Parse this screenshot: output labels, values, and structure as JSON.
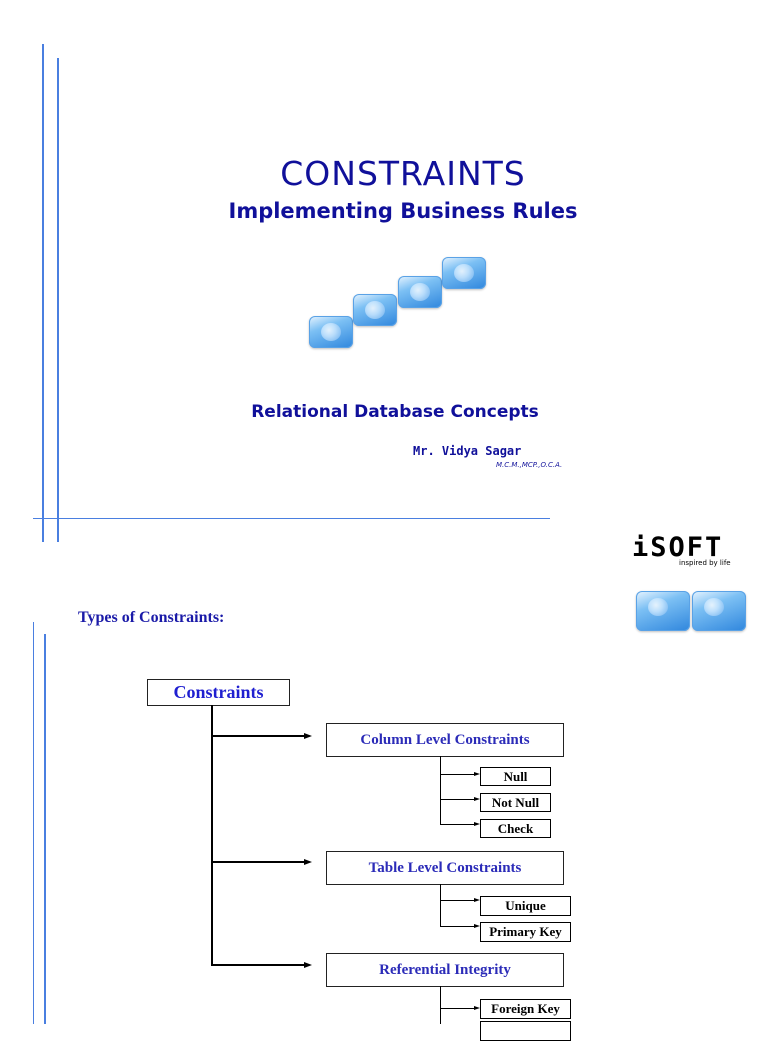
{
  "slide1": {
    "title": "CONSTRAINTS",
    "subtitle": "Implementing Business Rules",
    "course": "Relational Database Concepts",
    "author": "Mr. Vidya Sagar",
    "qualifications": "M.C.M.,MCP.,O.C.A.",
    "logo": {
      "name": "iSOFT",
      "tagline": "inspired by life"
    }
  },
  "slide2": {
    "heading": "Types of Constraints:",
    "root": "Constraints",
    "groups": [
      {
        "label": "Column Level Constraints",
        "items": [
          "Null",
          "Not Null",
          "Check"
        ]
      },
      {
        "label": "Table Level Constraints",
        "items": [
          "Unique",
          "Primary Key"
        ]
      },
      {
        "label": "Referential Integrity",
        "items": [
          "Foreign Key"
        ]
      }
    ]
  },
  "colors": {
    "accent_blue": "#10109a",
    "rule_blue": "#4a7fe0",
    "heading_blue": "#1a1aa8"
  }
}
